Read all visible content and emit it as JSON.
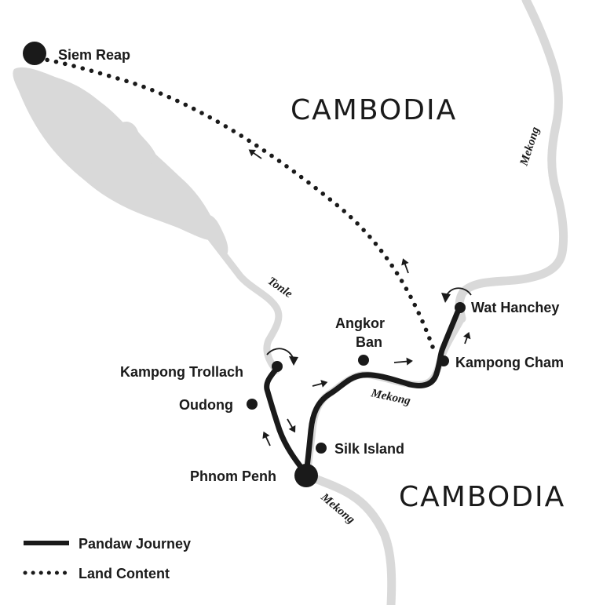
{
  "map": {
    "colors": {
      "water": "#d9d9d9",
      "route": "#1a1a1a",
      "text": "#1a1a1a",
      "background": "#ffffff"
    },
    "countries": [
      {
        "id": "north",
        "label": "CAMBODIA"
      },
      {
        "id": "south",
        "label": "CAMBODIA"
      }
    ],
    "places": {
      "siem_reap": "Siem Reap",
      "wat_hanchey": "Wat Hanchey",
      "angkor_ban_line1": "Angkor",
      "angkor_ban_line2": "Ban",
      "kampong_cham": "Kampong Cham",
      "kampong_trollach": "Kampong Trollach",
      "oudong": "Oudong",
      "silk_island": "Silk Island",
      "phnom_penh": "Phnom Penh"
    },
    "rivers": {
      "tonle": "Tonle",
      "mekong_north": "Mekong",
      "mekong_middle": "Mekong",
      "mekong_south": "Mekong"
    },
    "legend": [
      {
        "id": "journey",
        "label": "Pandaw Journey",
        "style": "solid"
      },
      {
        "id": "land",
        "label": "Land Content",
        "style": "dotted"
      }
    ]
  }
}
